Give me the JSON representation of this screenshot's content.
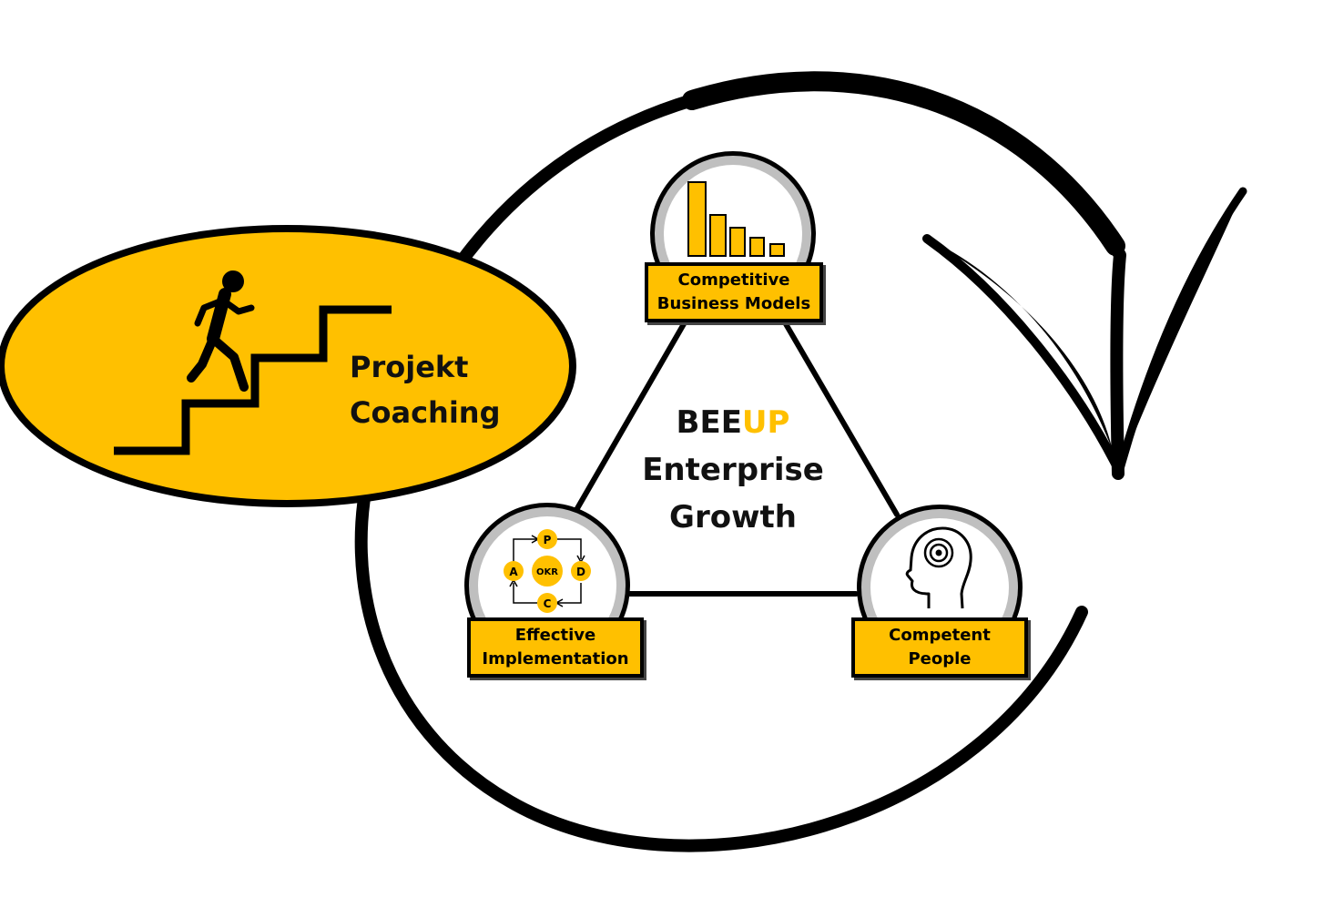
{
  "colors": {
    "accent": "#FFC000",
    "outline": "#000000",
    "bubble_ring": "#BFBFBF"
  },
  "coaching": {
    "line1": "Projekt",
    "line2": "Coaching",
    "icon": "person-climbing-stairs-icon"
  },
  "center": {
    "brand_part1": "BEE",
    "brand_part2": "UP",
    "line2": "Enterprise",
    "line3": "Growth"
  },
  "nodes": {
    "business_models": {
      "line1": "Competitive",
      "line2": "Business Models",
      "icon": "descending-bar-chart-icon"
    },
    "implementation": {
      "line1": "Effective",
      "line2": "Implementation",
      "icon": "okr-pdca-cycle-icon",
      "cycle": {
        "center": "OKR",
        "top": "P",
        "right": "D",
        "bottom": "C",
        "left": "A"
      }
    },
    "people": {
      "line1": "Competent",
      "line2": "People",
      "icon": "head-target-icon"
    }
  },
  "decorations": {
    "loop_arrow": "circular-arrow-icon",
    "checkmark": "checkmark-icon"
  }
}
